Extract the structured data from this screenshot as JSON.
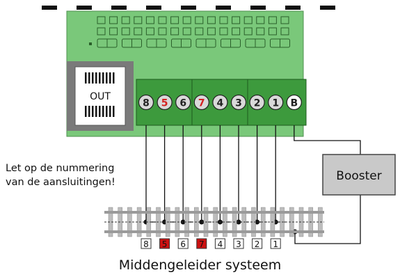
{
  "note": {
    "line1": "Let op de nummering",
    "line2": "van de aansluitingen!"
  },
  "out_label": "OUT",
  "booster_label": "Booster",
  "caption": "Middengeleider systeem",
  "terminals": [
    {
      "label": "8",
      "color": "#222222"
    },
    {
      "label": "5",
      "color": "#d42020"
    },
    {
      "label": "6",
      "color": "#222222"
    },
    {
      "label": "7",
      "color": "#d42020"
    },
    {
      "label": "4",
      "color": "#222222"
    },
    {
      "label": "3",
      "color": "#222222"
    },
    {
      "label": "2",
      "color": "#222222"
    },
    {
      "label": "1",
      "color": "#222222"
    },
    {
      "label": "B",
      "color": "#222222"
    }
  ],
  "sections": [
    {
      "label": "8",
      "highlight": false
    },
    {
      "label": "5",
      "highlight": true
    },
    {
      "label": "6",
      "highlight": false
    },
    {
      "label": "7",
      "highlight": true
    },
    {
      "label": "4",
      "highlight": false
    },
    {
      "label": "3",
      "highlight": false
    },
    {
      "label": "2",
      "highlight": false
    },
    {
      "label": "1",
      "highlight": false
    }
  ],
  "colors": {
    "board": "#7ac87a",
    "terminal_block": "#3d9a3d",
    "highlight": "#cc1111",
    "booster": "#c9c9c9"
  }
}
